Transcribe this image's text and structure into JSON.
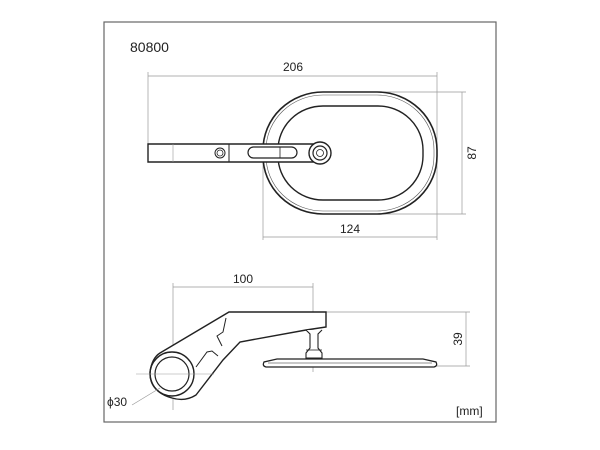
{
  "drawing": {
    "model_number": "80800",
    "unit_label": "[mm]",
    "top_view": {
      "overall_width": "206",
      "mirror_height": "87",
      "mirror_width": "124"
    },
    "side_view": {
      "reach": "100",
      "height": "39",
      "clamp_diameter": "ϕ30"
    },
    "colors": {
      "line": "#222222",
      "dim": "#888888",
      "frame": "#666666"
    }
  }
}
